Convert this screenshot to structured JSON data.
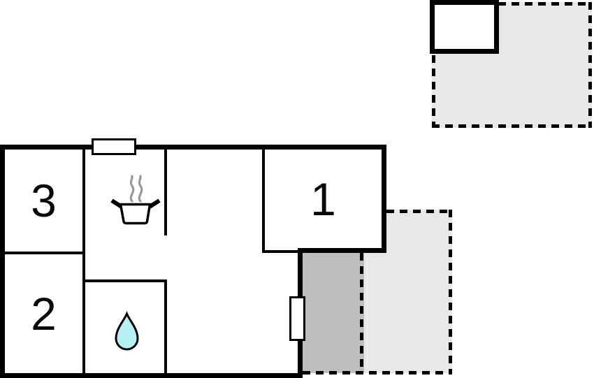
{
  "rooms": [
    {
      "label": "1"
    },
    {
      "label": "2"
    },
    {
      "label": "3"
    }
  ],
  "icons": {
    "kitchen": "cooking-pot-icon",
    "kitchen_steam": "steam-icon",
    "bathroom": "water-drop-icon"
  },
  "colors": {
    "wall": "#000000",
    "terrace_covered": "#bebebe",
    "terrace_open": "#e8e8e8",
    "annex_terrace": "#e8e8e8",
    "water_drop": "#b5f1f3",
    "steam": "#999999",
    "background": "#ffffff"
  }
}
